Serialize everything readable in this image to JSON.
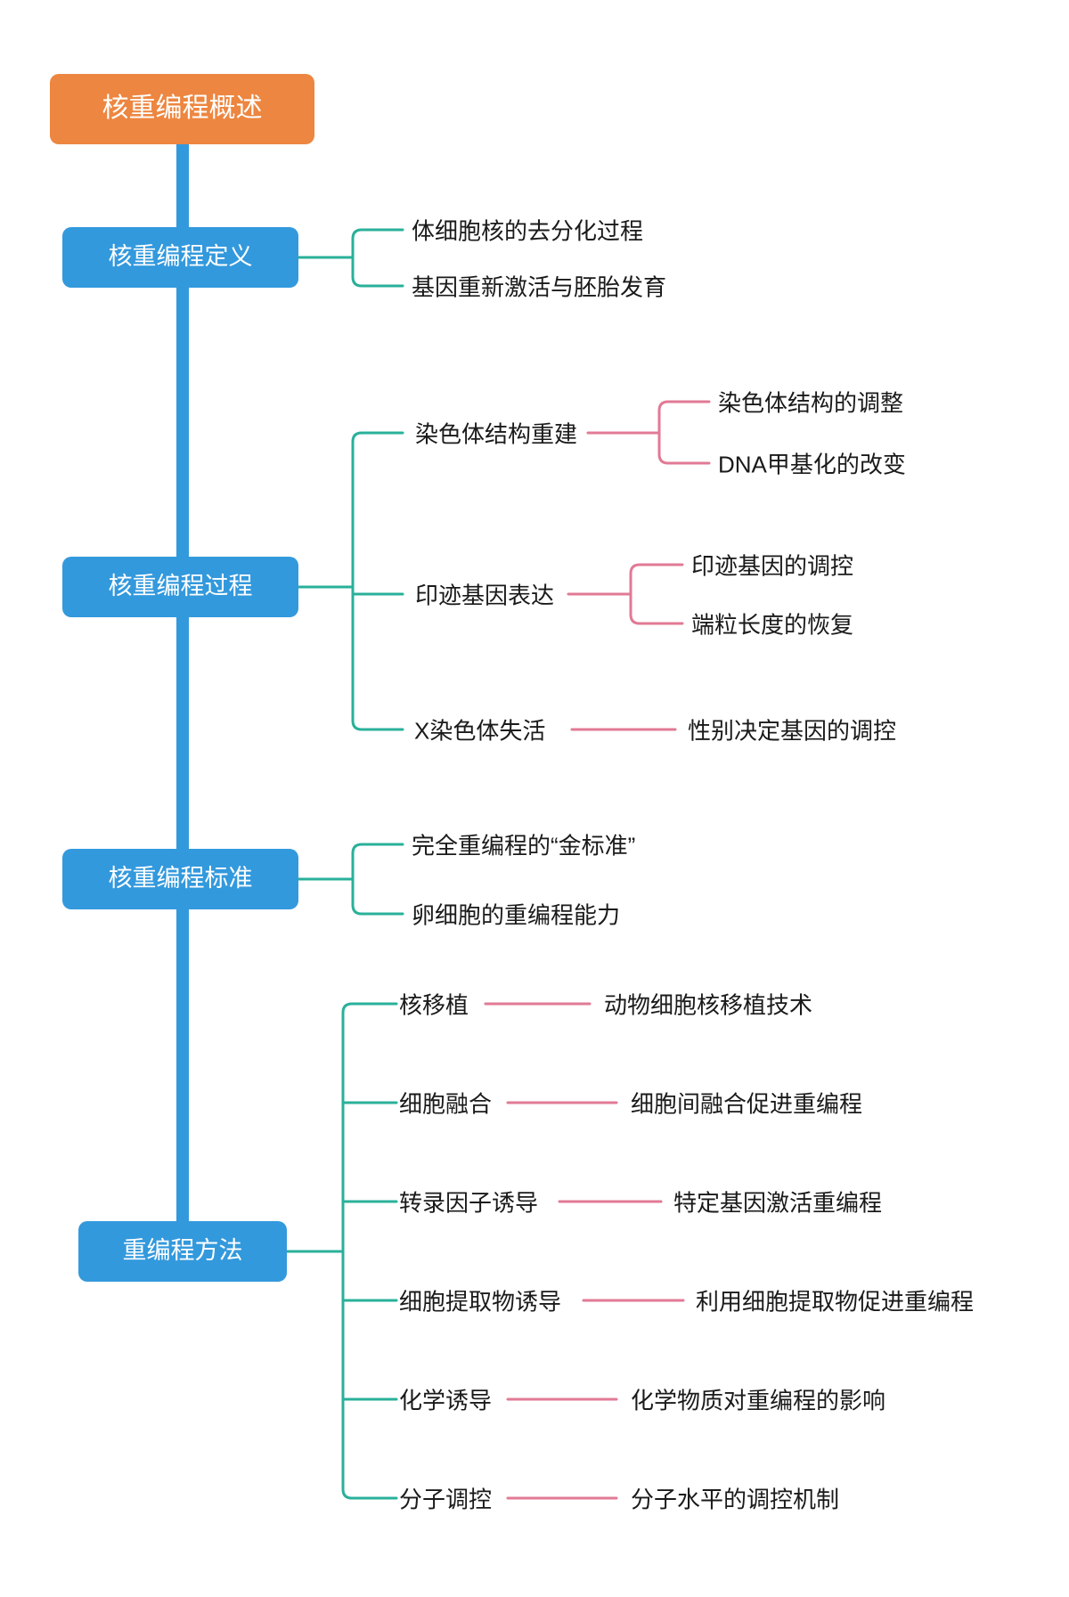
{
  "colors": {
    "root-fill": "#ED8640",
    "branch-fill": "#3399DD",
    "l2-line": "#2AB09A",
    "l3-line": "#E17A95",
    "label-color": "#1A1A1A"
  },
  "root": {
    "label": "核重编程概述"
  },
  "branches": [
    {
      "label": "核重编程定义",
      "children": [
        {
          "label": "体细胞核的去分化过程"
        },
        {
          "label": "基因重新激活与胚胎发育"
        }
      ]
    },
    {
      "label": "核重编程过程",
      "children": [
        {
          "label": "染色体结构重建",
          "children": [
            {
              "label": "染色体结构的调整"
            },
            {
              "label": "DNA甲基化的改变"
            }
          ]
        },
        {
          "label": "印迹基因表达",
          "children": [
            {
              "label": "印迹基因的调控"
            },
            {
              "label": "端粒长度的恢复"
            }
          ]
        },
        {
          "label": "X染色体失活",
          "children": [
            {
              "label": "性别决定基因的调控"
            }
          ]
        }
      ]
    },
    {
      "label": "核重编程标准",
      "children": [
        {
          "label": "完全重编程的“金标准”"
        },
        {
          "label": "卵细胞的重编程能力"
        }
      ]
    },
    {
      "label": "重编程方法",
      "children": [
        {
          "label": "核移植",
          "children": [
            {
              "label": "动物细胞核移植技术"
            }
          ]
        },
        {
          "label": "细胞融合",
          "children": [
            {
              "label": "细胞间融合促进重编程"
            }
          ]
        },
        {
          "label": "转录因子诱导",
          "children": [
            {
              "label": "特定基因激活重编程"
            }
          ]
        },
        {
          "label": "细胞提取物诱导",
          "children": [
            {
              "label": "利用细胞提取物促进重编程"
            }
          ]
        },
        {
          "label": "化学诱导",
          "children": [
            {
              "label": "化学物质对重编程的影响"
            }
          ]
        },
        {
          "label": "分子调控",
          "children": [
            {
              "label": "分子水平的调控机制"
            }
          ]
        }
      ]
    }
  ]
}
